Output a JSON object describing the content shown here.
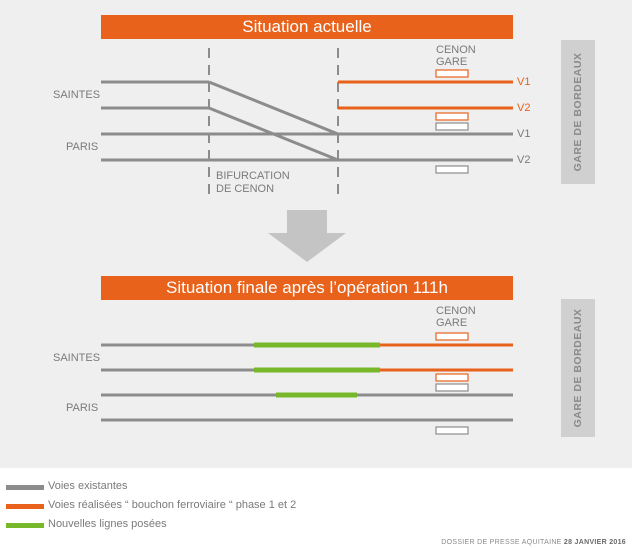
{
  "top": {
    "title": "Situation actuelle",
    "cenon_line1": "CENON",
    "cenon_line2": "GARE",
    "saintes": "SAINTES",
    "paris": "PARIS",
    "bifurcation_line1": "BIFURCATION",
    "bifurcation_line2": "DE CENON",
    "track_labels": [
      "V1",
      "V2",
      "V1",
      "V2"
    ]
  },
  "bottom": {
    "title": "Situation finale après l’opération 111h",
    "cenon_line1": "CENON",
    "cenon_line2": "GARE",
    "saintes": "SAINTES",
    "paris": "PARIS"
  },
  "gare_label": "GARE DE BORDEAUX",
  "legend": [
    {
      "label": "Voies existantes",
      "color": "#8c8c8c"
    },
    {
      "label": "Voies réalisées “ bouchon ferroviaire “ phase 1 et 2",
      "color": "#e8621c"
    },
    {
      "label": "Nouvelles lignes posées",
      "color": "#76b82a"
    }
  ],
  "footer": {
    "source": "DOSSIER DE PRESSE AQUITAINE",
    "date": "28 JANVIER 2016"
  },
  "colors": {
    "existing": "#8c8c8c",
    "realised": "#e8621c",
    "new": "#76b82a"
  }
}
